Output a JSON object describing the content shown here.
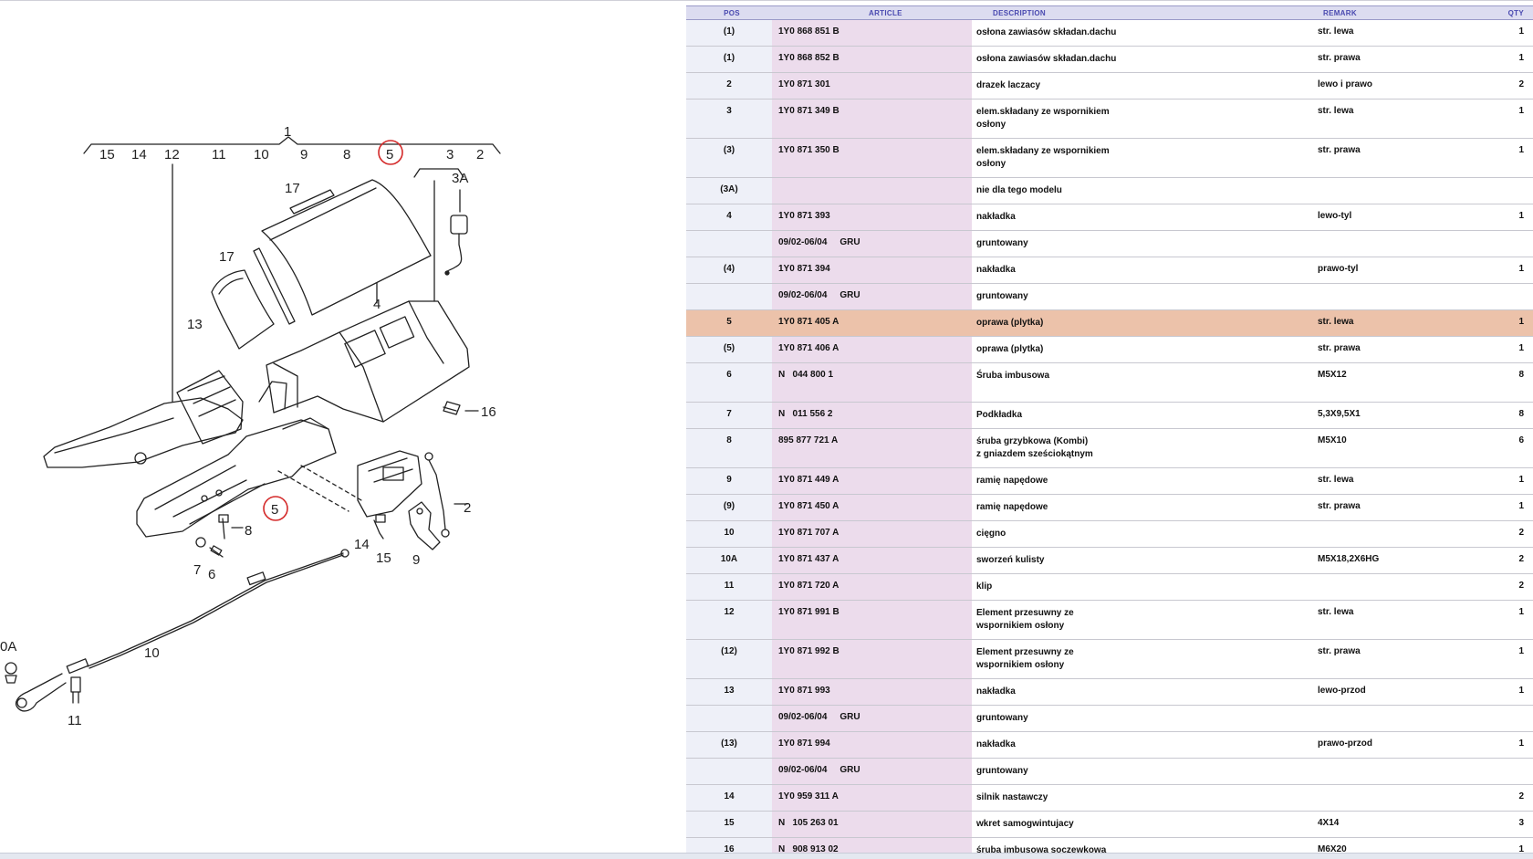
{
  "diagram": {
    "callouts": {
      "c1": "1",
      "c15": "15",
      "c14": "14",
      "c12": "12",
      "c11": "11",
      "c10": "10",
      "c9": "9",
      "c8": "8",
      "c5": "5",
      "c3": "3",
      "c2": "2",
      "c3a": "3A",
      "c17a": "17",
      "c17b": "17",
      "c4": "4",
      "c13": "13",
      "c16": "16",
      "c5b": "5",
      "c2b": "2",
      "c8b": "8",
      "c7": "7",
      "c6": "6",
      "c14b": "14",
      "c15b": "15",
      "c9b": "9",
      "c10b": "10",
      "c0a": "0A",
      "c11b": "11"
    },
    "highlight_color": "#d42a2a"
  },
  "table": {
    "headers": {
      "pos": "POS",
      "article": "ARTICLE",
      "description": "DESCRIPTION",
      "remark": "REMARK",
      "qty": "QTY"
    },
    "highlight_color": "#ecc2aa",
    "rows": [
      {
        "pos": "(1)",
        "article": "1Y0 868 851 B",
        "desc1": "osłona zawiasów składan.dachu",
        "desc2": "",
        "remark": "str. lewa",
        "qty": "1"
      },
      {
        "pos": "(1)",
        "article": "1Y0 868 852 B",
        "desc1": "osłona zawiasów składan.dachu",
        "desc2": "",
        "remark": "str. prawa",
        "qty": "1"
      },
      {
        "pos": "2",
        "article": "1Y0 871 301",
        "desc1": "drazek laczacy",
        "desc2": "",
        "remark": "lewo i prawo",
        "qty": "2"
      },
      {
        "pos": "3",
        "article": "1Y0 871 349 B",
        "desc1": "elem.składany ze wspornikiem",
        "desc2": "osłony",
        "remark": "str. lewa",
        "qty": "1"
      },
      {
        "pos": "(3)",
        "article": "1Y0 871 350 B",
        "desc1": "elem.składany ze wspornikiem",
        "desc2": "osłony",
        "remark": "str. prawa",
        "qty": "1"
      },
      {
        "pos": "(3A)",
        "article": "",
        "desc1": "nie dla tego modelu",
        "desc2": "",
        "remark": "",
        "qty": ""
      },
      {
        "pos": "4",
        "article": "1Y0 871 393",
        "desc1": "nakładka",
        "desc2": "",
        "remark": "lewo-tyl",
        "qty": "1"
      },
      {
        "pos": "",
        "article": "09/02-06/04",
        "gru": "GRU",
        "desc1": "gruntowany",
        "desc2": "",
        "remark": "",
        "qty": ""
      },
      {
        "pos": "(4)",
        "article": "1Y0 871 394",
        "desc1": "nakładka",
        "desc2": "",
        "remark": "prawo-tyl",
        "qty": "1"
      },
      {
        "pos": "",
        "article": "09/02-06/04",
        "gru": "GRU",
        "desc1": "gruntowany",
        "desc2": "",
        "remark": "",
        "qty": ""
      },
      {
        "pos": "5",
        "article": "1Y0 871 405 A",
        "desc1": "oprawa (plytka)",
        "desc2": "",
        "remark": "str. lewa",
        "qty": "1",
        "highlight": true
      },
      {
        "pos": "(5)",
        "article": "1Y0 871 406 A",
        "desc1": "oprawa (plytka)",
        "desc2": "",
        "remark": "str. prawa",
        "qty": "1"
      },
      {
        "pos": "6",
        "article": "N   044 800 1",
        "desc1": "Śruba imbusowa",
        "desc2": "",
        "remark": "M5X12",
        "qty": "8",
        "tall": true
      },
      {
        "pos": "7",
        "article": "N   011 556 2",
        "desc1": "Podkładka",
        "desc2": "",
        "remark": "5,3X9,5X1",
        "qty": "8"
      },
      {
        "pos": "8",
        "article": "895 877 721 A",
        "desc1": "śruba grzybkowa (Kombi)",
        "desc2": "z gniazdem sześciokątnym",
        "remark": "M5X10",
        "qty": "6"
      },
      {
        "pos": "9",
        "article": "1Y0 871 449 A",
        "desc1": "ramię napędowe",
        "desc2": "",
        "remark": "str. lewa",
        "qty": "1"
      },
      {
        "pos": "(9)",
        "article": "1Y0 871 450 A",
        "desc1": "ramię napędowe",
        "desc2": "",
        "remark": "str. prawa",
        "qty": "1"
      },
      {
        "pos": "10",
        "article": "1Y0 871 707 A",
        "desc1": "cięgno",
        "desc2": "",
        "remark": "",
        "qty": "2"
      },
      {
        "pos": "10A",
        "article": "1Y0 871 437 A",
        "desc1": "sworzeń kulisty",
        "desc2": "",
        "remark": "M5X18,2X6HG",
        "qty": "2"
      },
      {
        "pos": "11",
        "article": "1Y0 871 720 A",
        "desc1": "klip",
        "desc2": "",
        "remark": "",
        "qty": "2"
      },
      {
        "pos": "12",
        "article": "1Y0 871 991 B",
        "desc1": "Element przesuwny ze",
        "desc2": "wspornikiem osłony",
        "remark": "str. lewa",
        "qty": "1"
      },
      {
        "pos": "(12)",
        "article": "1Y0 871 992 B",
        "desc1": "Element przesuwny ze",
        "desc2": "wspornikiem osłony",
        "remark": "str. prawa",
        "qty": "1"
      },
      {
        "pos": "13",
        "article": "1Y0 871 993",
        "desc1": "nakładka",
        "desc2": "",
        "remark": "lewo-przod",
        "qty": "1"
      },
      {
        "pos": "",
        "marker": "c",
        "article": "09/02-06/04",
        "gru": "GRU",
        "desc1": "gruntowany",
        "desc2": "",
        "remark": "",
        "qty": ""
      },
      {
        "pos": "(13)",
        "article": "1Y0 871 994",
        "desc1": "nakładka",
        "desc2": "",
        "remark": "prawo-przod",
        "qty": "1"
      },
      {
        "pos": "",
        "article": "09/02-06/04",
        "gru": "GRU",
        "desc1": "gruntowany",
        "desc2": "",
        "remark": "",
        "qty": ""
      },
      {
        "pos": "14",
        "article": "1Y0 959 311 A",
        "desc1": "silnik nastawczy",
        "desc2": "",
        "remark": "",
        "qty": "2"
      },
      {
        "pos": "15",
        "article": "N   105 263 01",
        "desc1": "wkret samogwintujacy",
        "desc2": "",
        "remark": "4X14",
        "qty": "3"
      },
      {
        "pos": "16",
        "article": "N   908 913 02",
        "desc1": "śruba imbusowa soczewkowa",
        "desc2": "",
        "remark": "M6X20",
        "qty": "1"
      }
    ]
  }
}
